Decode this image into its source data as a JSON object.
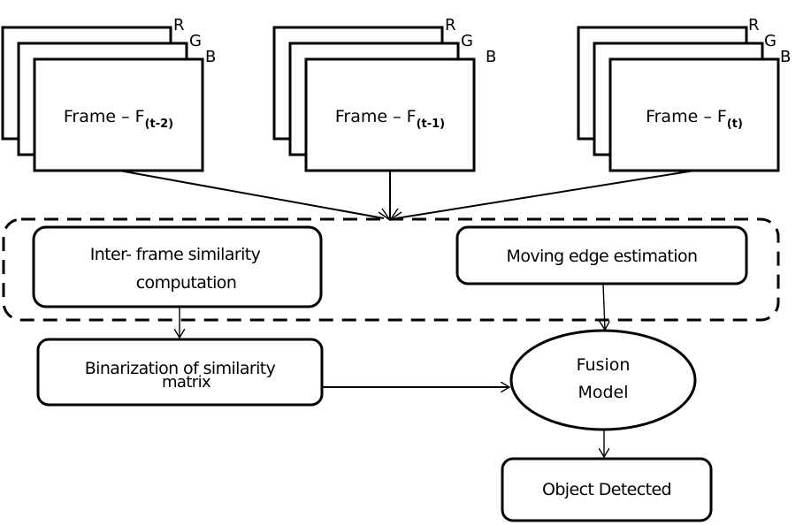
{
  "frames": [
    {
      "name": "frame-t-2",
      "label": "Frame – F",
      "subscript": "(t-2)",
      "channels": [
        "R",
        "G",
        "B"
      ]
    },
    {
      "name": "frame-t-1",
      "label": "Frame – F",
      "subscript": "(t-1)",
      "channels": [
        "R",
        "G",
        "B"
      ]
    },
    {
      "name": "frame-t",
      "label": "Frame – F",
      "subscript": "(t)",
      "channels": [
        "R",
        "G",
        "B"
      ]
    }
  ],
  "processes": {
    "inter_frame": {
      "line1": "Inter- frame similarity",
      "line2": "computation"
    },
    "moving_edge": {
      "label": "Moving edge estimation"
    },
    "binarization": {
      "line1": "Binarization of  similarity",
      "line2": "matrix"
    },
    "fusion": {
      "line1": "Fusion",
      "line2": "Model"
    },
    "object_detected": {
      "label": "Object Detected"
    }
  }
}
